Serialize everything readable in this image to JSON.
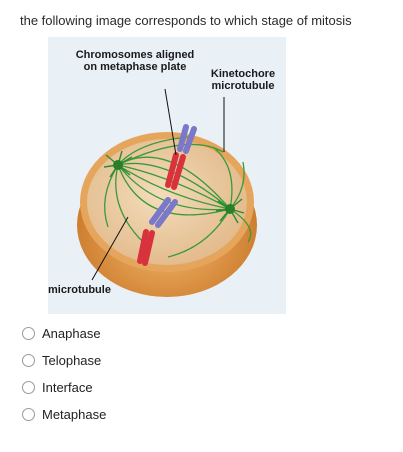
{
  "question": "the following image corresponds to which stage of mitosis",
  "figure": {
    "label_chromosomes": "Chromosomes aligned on metaphase plate",
    "label_kinetochore": "Kinetochore microtubule",
    "label_microtubule": "microtubule"
  },
  "options": [
    {
      "label": "Anaphase"
    },
    {
      "label": "Telophase"
    },
    {
      "label": "Interface"
    },
    {
      "label": "Metaphase"
    }
  ],
  "colors": {
    "cell_rim": "#d9893a",
    "cell_inner": "#ecc99a",
    "spindle": "#3a9a3a",
    "chromosome_red": "#d8323c",
    "chromosome_blue": "#7a78c8",
    "figure_bg": "#e9f0f6"
  }
}
